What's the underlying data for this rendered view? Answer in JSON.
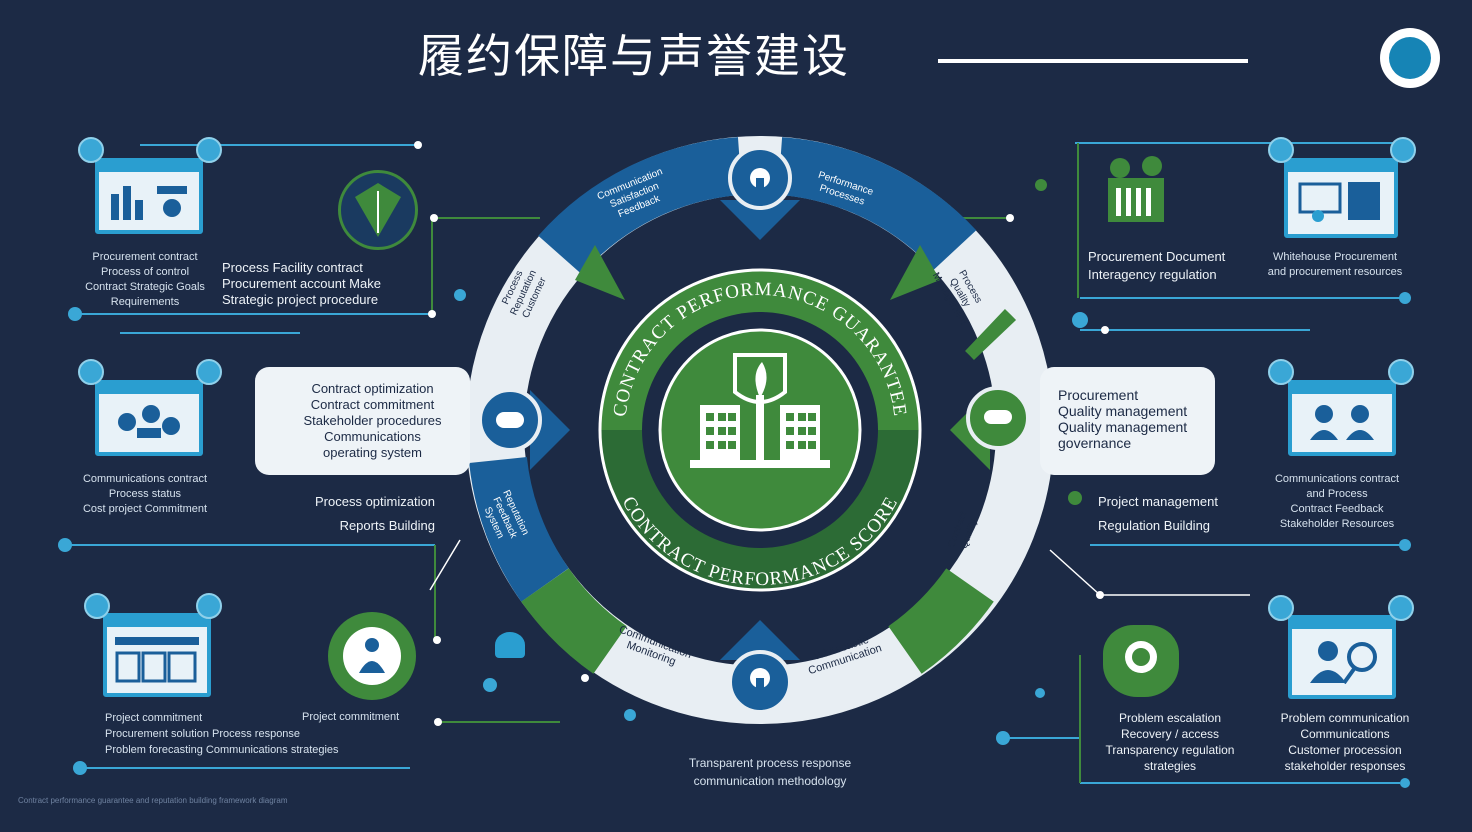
{
  "title": "履约保障与声誉建设",
  "center": {
    "upper_arc_text": "CONTRACT PERFORMANCE GUARANTEE",
    "lower_arc_text": "CONTRACT PERFORMANCE SCORE"
  },
  "ring_segments": {
    "top_left": "Communication\nSatisfaction\nFeedback",
    "top_right": "Performance\nProcesses",
    "right_upper": "Process\nQuality\nManagement",
    "left_upper": "Process\nReputation\nCustomer",
    "left_lower": "Reputation\nFeedback\nSystem",
    "right_lower": "Contract\nQuality",
    "bottom_left": "Communication\nMonitoring",
    "bottom_right": "Whitecastle\nCommunication"
  },
  "left_callout": [
    "Contract optimization",
    "Contract commitment",
    "Stakeholder procedures",
    "Communications",
    "operating system"
  ],
  "right_callout": [
    "Procurement",
    "Quality management",
    "Quality management",
    "governance"
  ],
  "top_left": {
    "card_text": [
      "Procurement contract",
      "Process of control",
      "Contract Strategic Goals",
      "Requirements"
    ],
    "side_text": [
      "Process Facility contract",
      "Procurement account Make",
      "Strategic project procedure"
    ]
  },
  "mid_left": {
    "card_text": [
      "Communications contract",
      "Process status",
      "Cost project Commitment"
    ],
    "side_text": [
      "Process optimization",
      "Reports Building"
    ]
  },
  "bottom_left": {
    "card_text": [
      "Project commitment",
      "Procurement solution Process response",
      "Problem forecasting Communications strategies"
    ],
    "side_text": [
      "Project commitment"
    ]
  },
  "bottom_center": [
    "Transparent process response",
    "communication methodology"
  ],
  "top_right": {
    "left_text": [
      "Procurement Document",
      "Interagency regulation"
    ],
    "card_text": [
      "Whitehouse Procurement",
      "and procurement resources"
    ]
  },
  "mid_right": {
    "side_text": [
      "Project management",
      "Regulation Building"
    ],
    "card_text": [
      "Communications contract",
      "and Process",
      "Contract Feedback",
      "Stakeholder Resources"
    ]
  },
  "bottom_right": {
    "left_text": [
      "Problem escalation",
      "Recovery / access",
      "Transparency regulation",
      "strategies"
    ],
    "card_text": [
      "Problem communication",
      "Communications",
      "Customer procession",
      "stakeholder responses"
    ]
  },
  "footer_fine": "Contract performance guarantee and reputation building framework diagram",
  "colors": {
    "background": "#1c2a45",
    "blue": "#1a5f9a",
    "green": "#3f8a3c",
    "accent": "#2a9ed0",
    "light": "#eef3f7"
  }
}
